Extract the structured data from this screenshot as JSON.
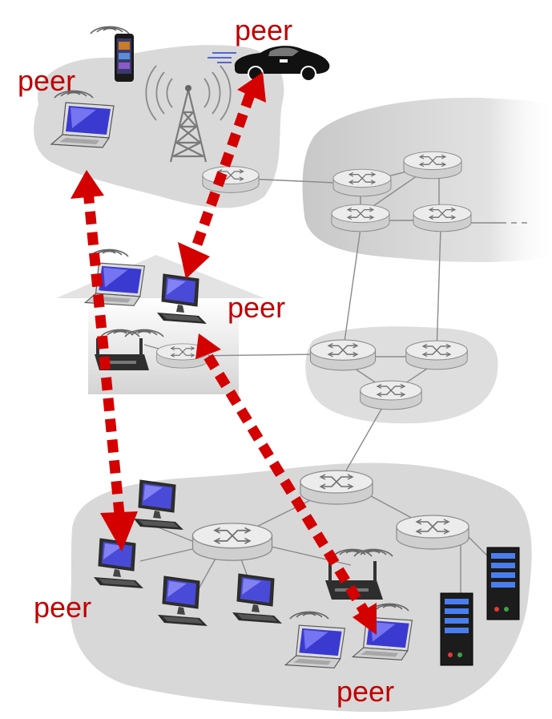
{
  "labels": {
    "peer_top_center": "peer",
    "peer_top_left": "peer",
    "peer_middle": "peer",
    "peer_bottom_left": "peer",
    "peer_bottom_right": "peer"
  },
  "colors": {
    "arrow": "#d40000",
    "label": "#c00000",
    "region": "#d9d9d9",
    "region_edge": "#bdbdbd",
    "router_fill": "#e6e6e6",
    "router_stroke": "#8c8c8c",
    "link": "#7f7f7f"
  },
  "icons": {
    "router": "router-icon",
    "laptop": "laptop-icon",
    "desktop": "desktop-icon",
    "server": "server-icon",
    "phone": "smartphone-icon",
    "car": "car-icon",
    "tower": "cell-tower-icon",
    "access_point": "wifi-access-point-icon"
  }
}
